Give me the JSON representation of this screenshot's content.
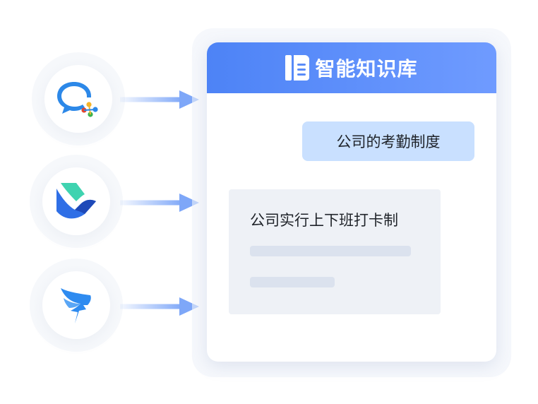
{
  "apps": [
    {
      "name": "wecom-icon"
    },
    {
      "name": "feishu-icon"
    },
    {
      "name": "dingtalk-icon"
    }
  ],
  "knowledge_base": {
    "title": "智能知识库",
    "question": "公司的考勤制度",
    "answer": "公司实行上下班打卡制"
  },
  "colors": {
    "header": "#5a8cf8",
    "arrow": "#7ea7f8",
    "user_bubble": "#c9e0ff",
    "answer_bubble": "#eef1f6"
  }
}
